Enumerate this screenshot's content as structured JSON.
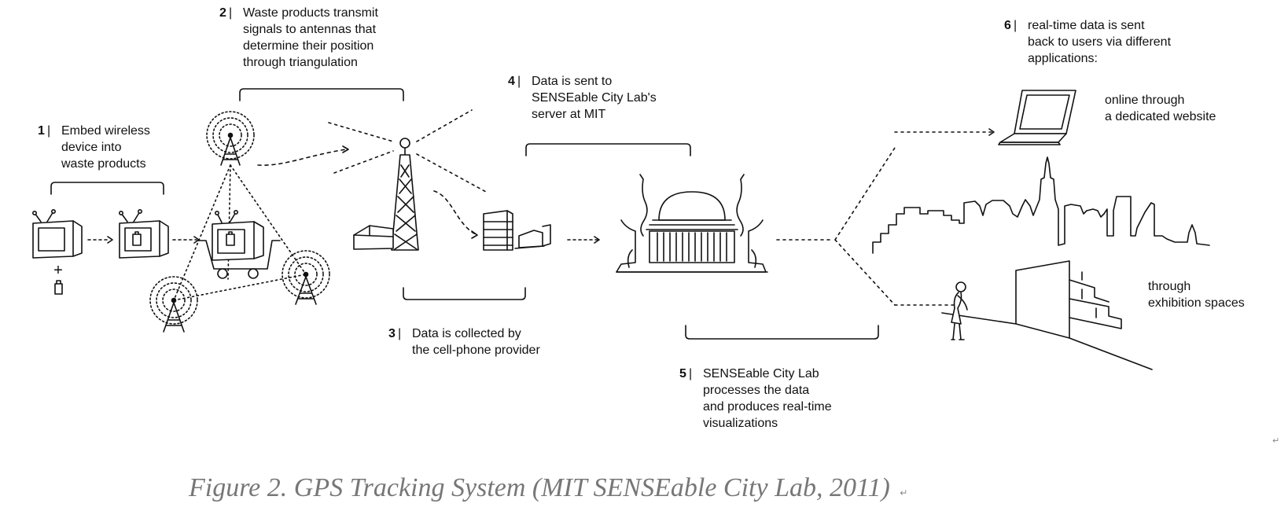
{
  "steps": [
    {
      "num": "1",
      "sep": "|",
      "lines": [
        "Embed wireless",
        "device into",
        "waste products"
      ]
    },
    {
      "num": "2",
      "sep": "|",
      "lines": [
        "Waste products transmit",
        "signals to antennas that",
        "determine their position",
        "through triangulation"
      ]
    },
    {
      "num": "3",
      "sep": "|",
      "lines": [
        "Data is collected by",
        "the cell-phone provider"
      ]
    },
    {
      "num": "4",
      "sep": "|",
      "lines": [
        "Data is sent to",
        "SENSEable City Lab's",
        "server at MIT"
      ]
    },
    {
      "num": "5",
      "sep": "|",
      "lines": [
        "SENSEable City Lab",
        "processes the data",
        "and produces real-time",
        "visualizations"
      ]
    },
    {
      "num": "6",
      "sep": "|",
      "lines": [
        "real-time data is sent",
        "back to users via different",
        "applications:"
      ]
    }
  ],
  "applications": {
    "online": [
      "online through",
      "a dedicated website"
    ],
    "exhibition": [
      "through",
      "exhibition spaces"
    ]
  },
  "plus_sign": "+",
  "caption": "Figure 2. GPS Tracking System (MIT SENSEable City Lab, 2011)",
  "return_mark": "↵",
  "colors": {
    "ink": "#111111",
    "caption": "#777777"
  }
}
